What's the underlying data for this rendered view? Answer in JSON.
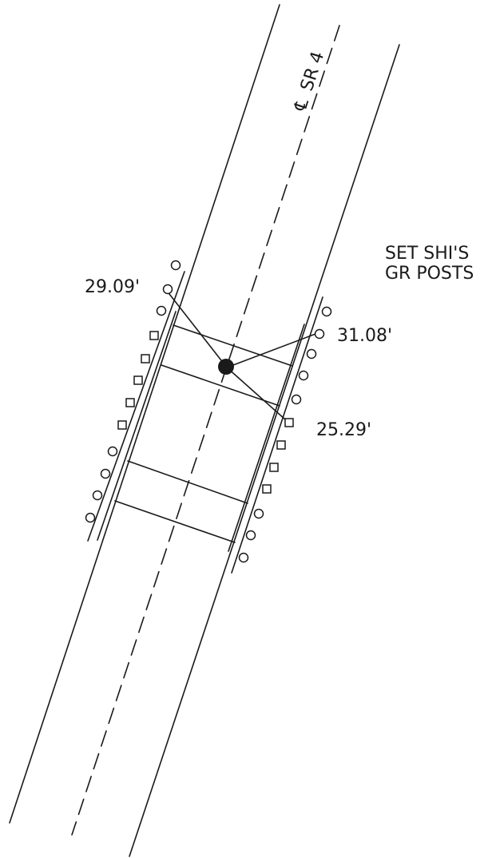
{
  "centerline": {
    "symbol": "℄",
    "label": "SR 4"
  },
  "note": {
    "line1": "SET SHI'S",
    "line2": "GR POSTS"
  },
  "measurements": {
    "left": "29.09'",
    "right_top": "31.08'",
    "right_bottom": "25.29'"
  },
  "colors": {
    "ink": "#1a1a1a",
    "background": "#ffffff"
  }
}
